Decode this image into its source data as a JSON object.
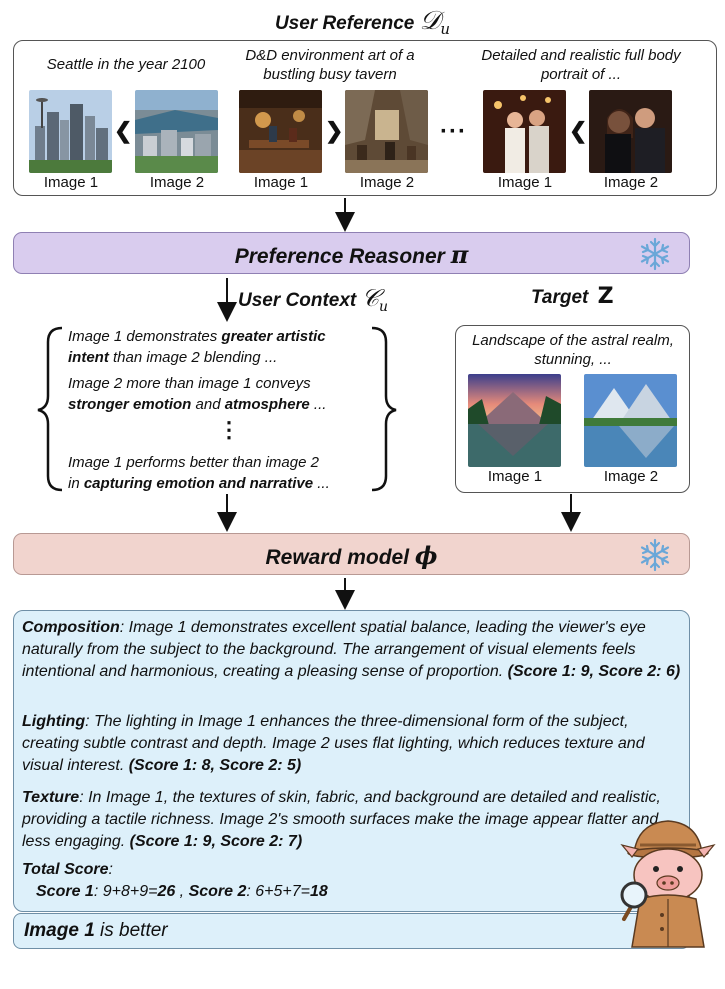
{
  "header": {
    "title": "User Reference",
    "symbol": "𝒟",
    "subscript": "u"
  },
  "reference": {
    "prompts": [
      "Seattle in the year 2100",
      "D&D environment art of a bustling busy tavern",
      "Detailed and realistic full body portrait of ..."
    ],
    "comparators": [
      "❮",
      "❯",
      "❮"
    ],
    "ellipsis": "···",
    "image_labels": [
      "Image 1",
      "Image 2",
      "Image 1",
      "Image 2",
      "Image 1",
      "Image 2"
    ]
  },
  "reasoner": {
    "label": "Preference Reasoner",
    "symbol": "π",
    "icon": "snowflake-icon"
  },
  "context": {
    "label": "User Context",
    "symbol": "𝒞",
    "subscript": "u",
    "lines": [
      {
        "pre": "Image 1 demonstrates ",
        "bold": "greater artistic",
        "post": ""
      },
      {
        "pre": "",
        "bold": "intent",
        "post": " than image 2 blending  ..."
      },
      {
        "pre": "Image 2 more than image 1 conveys",
        "bold": "",
        "post": ""
      },
      {
        "pre": "",
        "bold": "stronger emotion",
        "mid": " and ",
        "bold2": "atmosphere",
        "post": " ..."
      },
      {
        "pre": "Image 1 performs better than image 2",
        "bold": "",
        "post": ""
      },
      {
        "pre": "in ",
        "bold": "capturing emotion and narrative",
        "post": " ..."
      }
    ],
    "vdots": "⋮"
  },
  "target": {
    "label": "Target",
    "symbol": "Z",
    "prompt": "Landscape of the astral realm, stunning, ...",
    "image_labels": [
      "Image 1",
      "Image 2"
    ]
  },
  "reward": {
    "label": "Reward model",
    "symbol": "ϕ",
    "icon": "snowflake-icon"
  },
  "answer": {
    "composition": {
      "head": "Composition",
      "body": ": Image 1 demonstrates excellent spatial balance, leading the viewer's eye naturally from the subject to the background. The arrangement of visual elements feels intentional and harmonious, creating a pleasing sense of proportion. ",
      "score": "(Score 1: 9, Score 2: 6)"
    },
    "lighting": {
      "head": "Lighting",
      "body": ": The lighting in Image 1 enhances the three-dimensional form of the subject, creating subtle contrast and depth. Image 2 uses flat lighting, which reduces texture and visual interest. ",
      "score": "(Score 1: 8, Score 2: 5)"
    },
    "texture": {
      "head": "Texture",
      "body": ": In Image 1, the textures of skin, fabric, and background are detailed and realistic, providing a tactile richness. Image 2's smooth surfaces make the image appear flatter and less engaging. ",
      "score": "(Score 1: 9, Score 2: 7)"
    },
    "total": {
      "head": "Total Score",
      "colon": ":",
      "s1_label": "Score 1",
      "s1_expr": ": 9+8+9=",
      "s1_value": "26",
      "sep": " , ",
      "s2_label": "Score 2",
      "s2_expr": ": 6+5+7=",
      "s2_value": "18"
    }
  },
  "verdict": {
    "bold": "Image 1",
    "rest": " is better"
  },
  "colors": {
    "reasoner_fill": "#d9ccee",
    "reward_fill": "#f1d4ce",
    "answer_fill": "#ddf0fa",
    "snowflake": "#6aa7d8"
  }
}
